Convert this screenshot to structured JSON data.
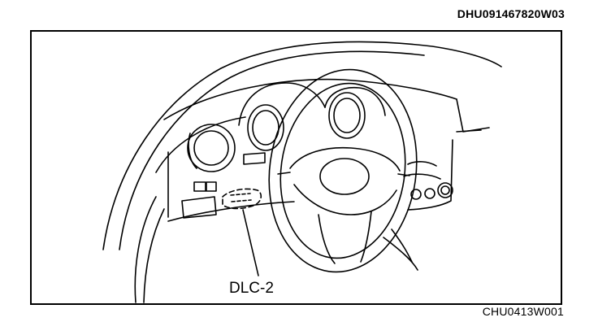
{
  "header": {
    "document_id": "DHU091467820W03"
  },
  "figure": {
    "callout_label": "DLC-2",
    "figure_id": "CHU0413W001"
  },
  "colors": {
    "ink": "#000000",
    "paper": "#ffffff"
  }
}
